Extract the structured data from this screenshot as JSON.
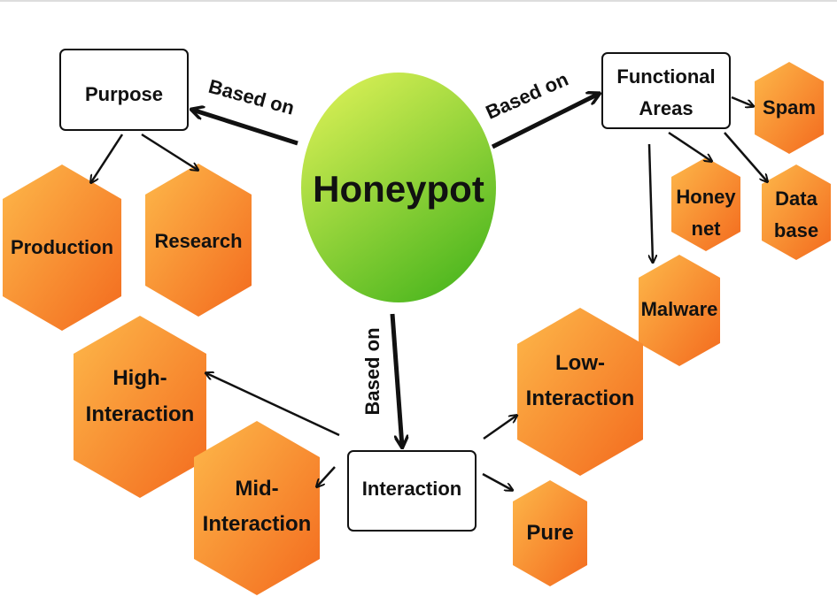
{
  "colors": {
    "hex_light": "#fdb84a",
    "hex_dark": "#f36a1e",
    "ellipse_light": "#d8ef55",
    "ellipse_dark": "#49b51d",
    "stroke": "#111111",
    "box_fill": "#ffffff"
  },
  "center": {
    "label": "Honeypot"
  },
  "boxes": {
    "purpose": "Purpose",
    "functional_line1": "Functional",
    "functional_line2": "Areas",
    "interaction": "Interaction"
  },
  "edge_labels": {
    "purpose": "Based on",
    "functional": "Based on",
    "interaction": "Based on"
  },
  "nodes": {
    "production": "Production",
    "research": "Research",
    "spam": "Spam",
    "honeynet_line1": "Honey",
    "honeynet_line2": "net",
    "database_line1": "Data",
    "database_line2": "base",
    "malware": "Malware",
    "high_line1": "High-",
    "high_line2": "Interaction",
    "mid_line1": "Mid-",
    "mid_line2": "Interaction",
    "low_line1": "Low-",
    "low_line2": "Interaction",
    "pure": "Pure"
  }
}
